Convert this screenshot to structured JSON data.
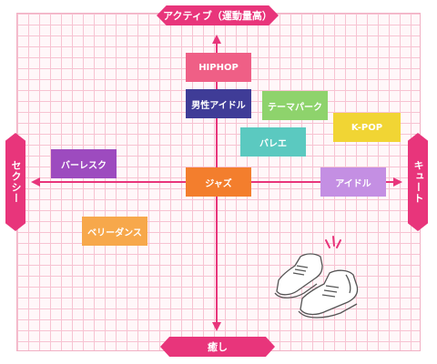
{
  "axes": {
    "top": "アクティブ（運動量高）",
    "bottom": "癒し",
    "left": "セクシー",
    "right": "キュート"
  },
  "colors": {
    "axis": "#e8357b",
    "grid": "#f7c3d2",
    "text": "#ffffff"
  },
  "genres": [
    {
      "label": "HIPHOP",
      "color": "#ef5f86"
    },
    {
      "label": "男性アイドル",
      "color": "#3f3c97"
    },
    {
      "label": "テーマパーク",
      "color": "#8ed36c"
    },
    {
      "label": "K-POP",
      "color": "#f1d534"
    },
    {
      "label": "バレエ",
      "color": "#5bc9c0"
    },
    {
      "label": "バーレスク",
      "color": "#9d4bbf"
    },
    {
      "label": "ジャズ",
      "color": "#f37e2d"
    },
    {
      "label": "アイドル",
      "color": "#c48fe3"
    },
    {
      "label": "ベリーダンス",
      "color": "#f7a84b"
    }
  ]
}
